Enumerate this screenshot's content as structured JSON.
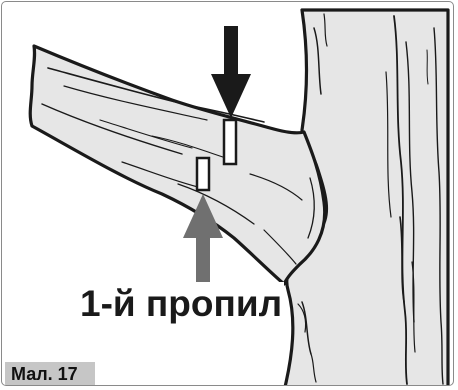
{
  "diagram": {
    "cut_label": "1-й пропил",
    "figure_caption": "Мал. 17",
    "colors": {
      "wood_fill": "#e6e6e6",
      "outline": "#1a1a1a",
      "top_arrow": "#1a1a1a",
      "bottom_arrow": "#707070",
      "caption_background": "#c6c6c6",
      "frame": "#8a8a8a"
    },
    "parts": [
      "tree-trunk",
      "branch",
      "top-cut",
      "bottom-cut",
      "top-arrow",
      "bottom-arrow"
    ]
  }
}
